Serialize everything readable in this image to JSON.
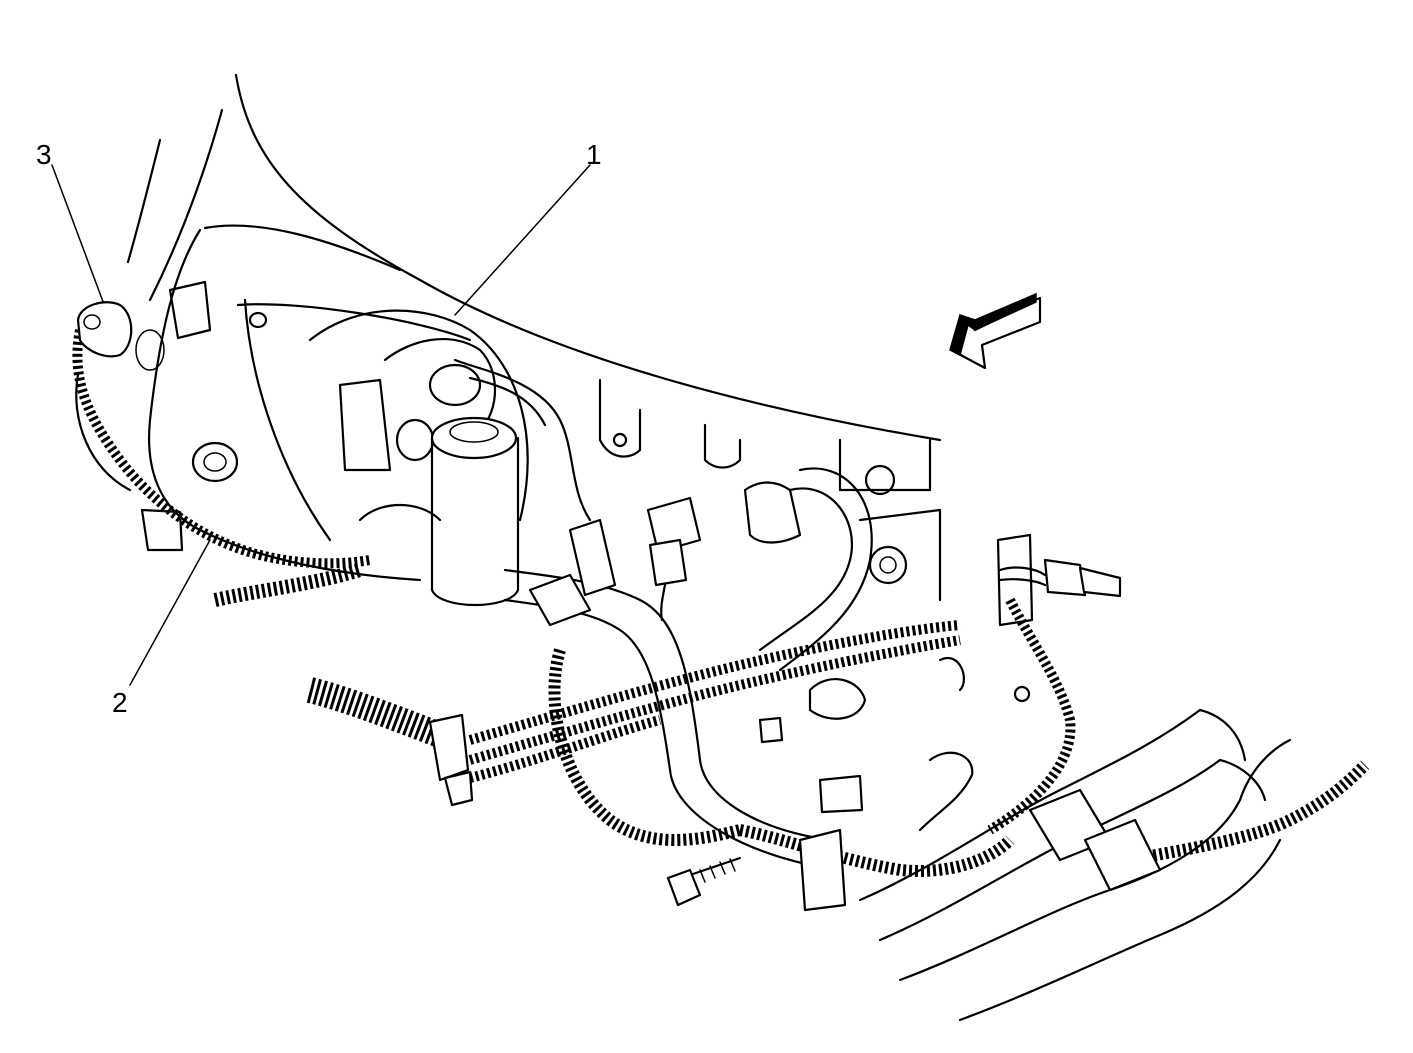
{
  "diagram": {
    "callouts": [
      {
        "id": "1",
        "label": "1"
      },
      {
        "id": "2",
        "label": "2"
      },
      {
        "id": "3",
        "label": "3"
      }
    ],
    "direction_arrow": "front-of-vehicle-arrow"
  }
}
